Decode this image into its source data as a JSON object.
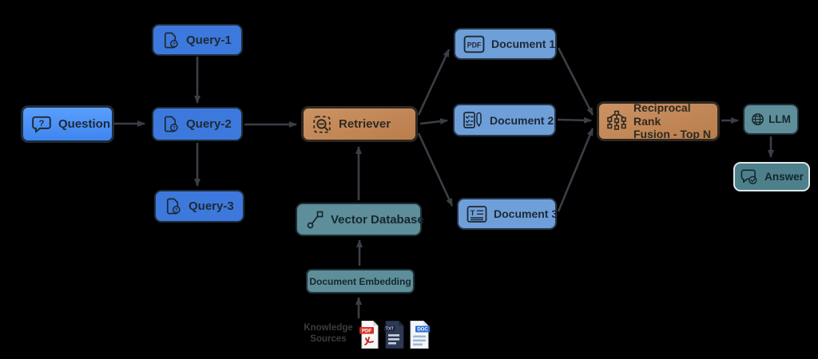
{
  "background_color": "#000000",
  "colors": {
    "question_blue": "#4a90f4",
    "query_blue": "#3d79dc",
    "document_blue": "#6f9fd8",
    "accent_orange": "#c48a58",
    "accent_teal": "#5e8e99",
    "arrow_gray": "#3a3f46"
  },
  "nodes": {
    "question": {
      "label": "Question",
      "icon": "speech-question-icon",
      "icon_text": "?"
    },
    "query_1": {
      "label": "Query-1",
      "icon": "file-question-icon",
      "icon_text": "?"
    },
    "query_2": {
      "label": "Query-2",
      "icon": "file-question-icon",
      "icon_text": "?"
    },
    "query_3": {
      "label": "Query-3",
      "icon": "file-question-icon",
      "icon_text": "?"
    },
    "retriever": {
      "label": "Retriever",
      "icon": "scan-search-icon"
    },
    "vector_database": {
      "label": "Vector Database",
      "icon": "vector-line-icon"
    },
    "document_embedding": {
      "label": "Document Embedding"
    },
    "knowledge_sources": {
      "label": "Knowledge Sources",
      "file_types": [
        "PDF",
        "TXT",
        "DOC"
      ]
    },
    "document_1": {
      "label": "Document 1",
      "icon": "pdf-badge-icon",
      "icon_text": "PDF"
    },
    "document_2": {
      "label": "Document 2",
      "icon": "checklist-pen-icon"
    },
    "document_3": {
      "label": "Document 3",
      "icon": "text-card-icon",
      "icon_text": "T"
    },
    "rrf": {
      "label_line_1": "Reciprocal Rank",
      "label_line_2": "Fusion - Top N",
      "icon": "hierarchy-icon"
    },
    "llm": {
      "label": "LLM",
      "icon": "globe-icon"
    },
    "answer": {
      "label": "Answer",
      "icon": "chat-check-icon"
    }
  },
  "edges": [
    "question -> query_2",
    "query_1 -> query_2",
    "query_2 -> query_3",
    "query_2 -> retriever",
    "retriever -> document_1",
    "retriever -> document_2",
    "retriever -> document_3",
    "document_1 -> rrf",
    "document_2 -> rrf",
    "document_3 -> rrf",
    "rrf -> llm",
    "llm -> answer",
    "knowledge_sources -> document_embedding",
    "document_embedding -> vector_database",
    "vector_database -> retriever"
  ]
}
